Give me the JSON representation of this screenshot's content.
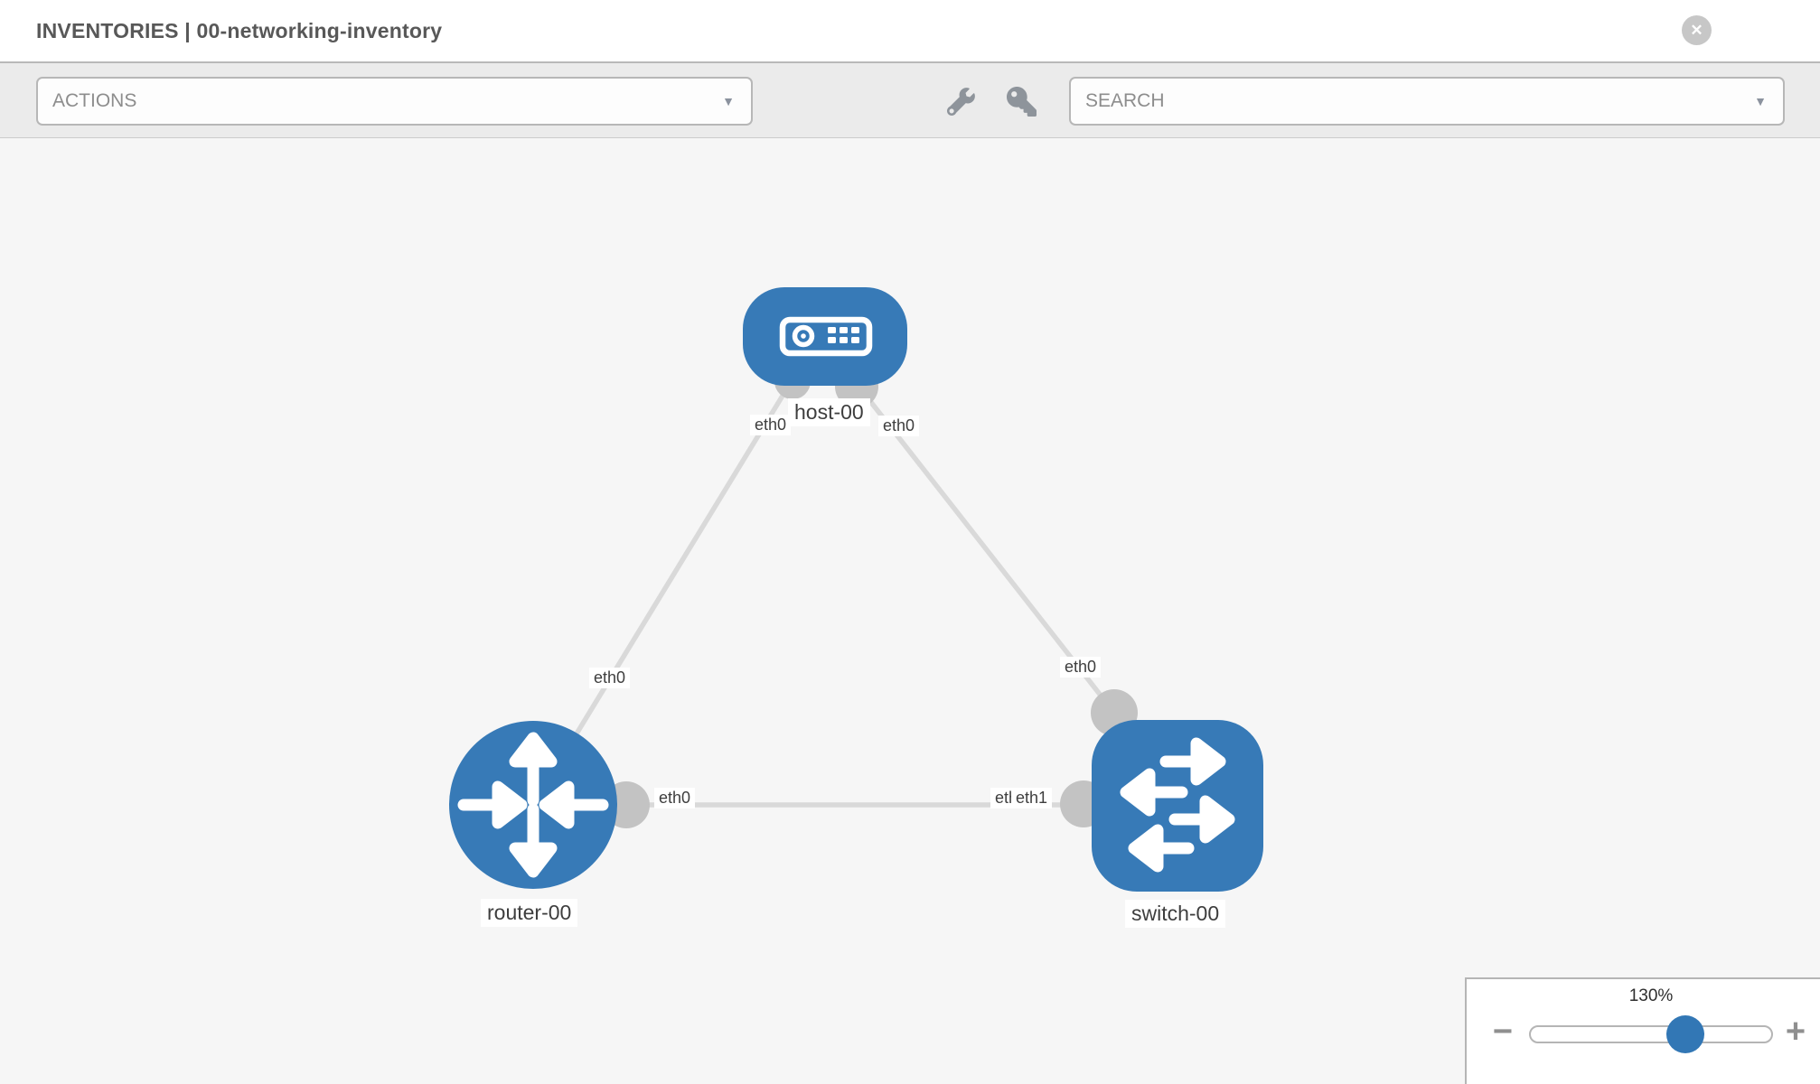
{
  "window": {
    "title": "INVENTORIES | 00-networking-inventory",
    "close_glyph": "✕"
  },
  "toolbar": {
    "actions_label": "ACTIONS",
    "search_label": "SEARCH",
    "caret_glyph": "▼",
    "tool_icons": [
      "wrench-icon",
      "key-icon"
    ]
  },
  "diagram": {
    "nodes": [
      {
        "id": "host-00",
        "type": "host",
        "label": "host-00"
      },
      {
        "id": "router-00",
        "type": "router",
        "label": "router-00"
      },
      {
        "id": "switch-00",
        "type": "switch",
        "label": "switch-00"
      }
    ],
    "links": [
      {
        "source": "host-00",
        "source_interface": "eth0",
        "target": "router-00",
        "target_interface": "eth0"
      },
      {
        "source": "host-00",
        "source_interface": "eth0",
        "target": "switch-00",
        "target_interface": "eth0"
      },
      {
        "source": "router-00",
        "source_interface": "eth0",
        "target": "switch-00",
        "target_interface": "eth1"
      }
    ],
    "interface_labels": {
      "host_left": "eth0",
      "host_right": "eth0",
      "router_top": "eth0",
      "router_right": "eth0",
      "switch_top": "eth0",
      "switch_left_hidden": "eth0",
      "switch_left": "eth1"
    },
    "colors": {
      "node_fill": "#377ab7",
      "link": "#d9d9d9",
      "interface_circle": "#c3c3c3"
    }
  },
  "zoom_control": {
    "value": "130%",
    "zoom_out_glyph": "−",
    "zoom_in_glyph": "+"
  }
}
